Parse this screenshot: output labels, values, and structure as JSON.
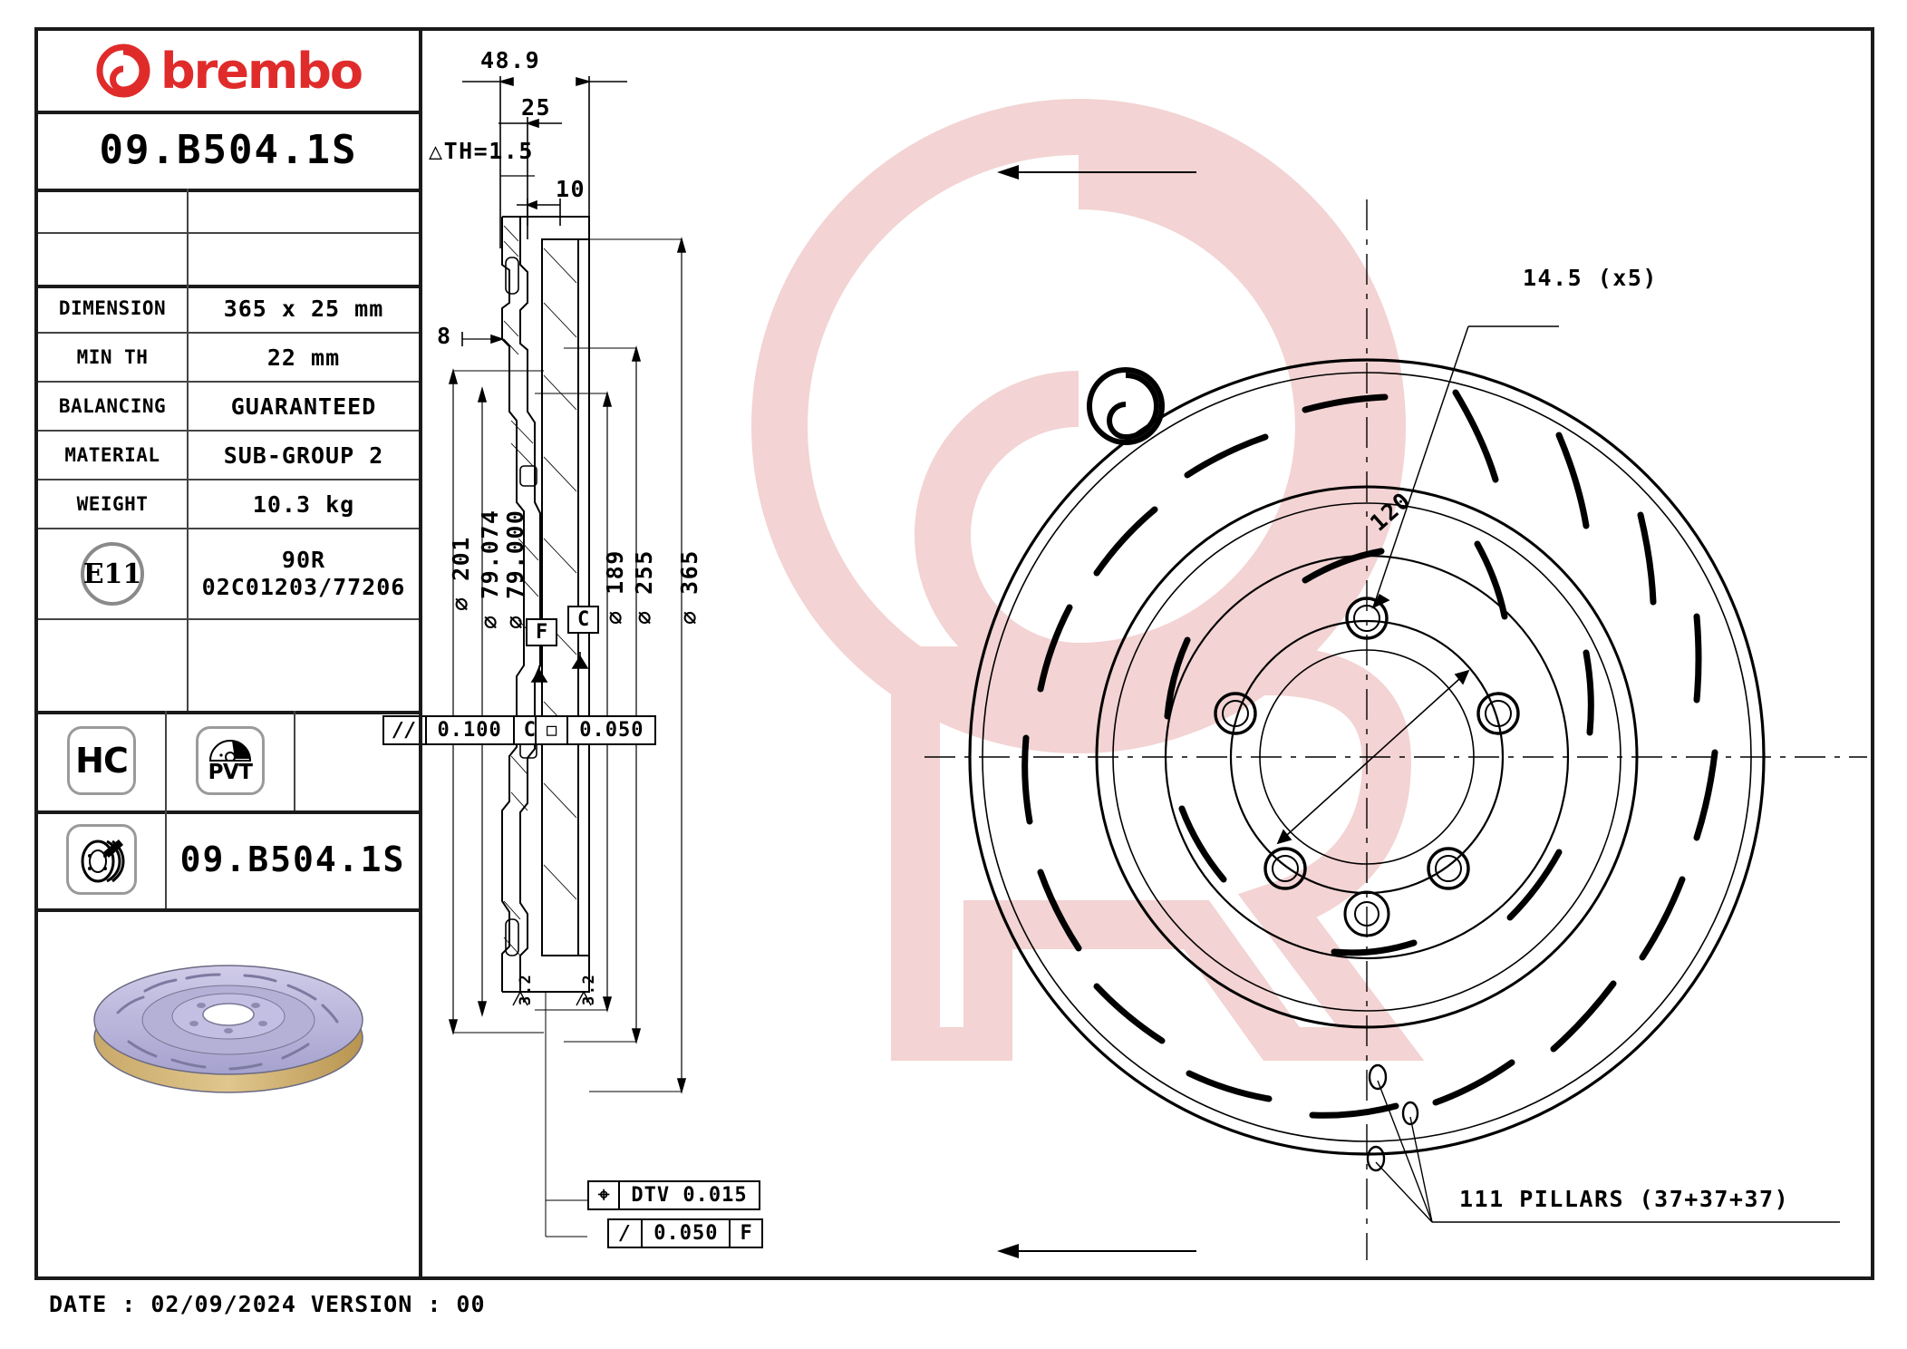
{
  "document": {
    "title": "Brembo brake disc technical drawing",
    "part_number": "09.B504.1S",
    "brand": "brembo",
    "footer": "DATE : 02/09/2024 VERSION : 00"
  },
  "info_table": {
    "rows": [
      {
        "label": "DIMENSION",
        "value": "365 x 25 mm"
      },
      {
        "label": "MIN TH",
        "value": "22 mm"
      },
      {
        "label": "BALANCING",
        "value": "GUARANTEED"
      },
      {
        "label": "MATERIAL",
        "value": "SUB-GROUP 2"
      },
      {
        "label": "WEIGHT",
        "value": "10.3 kg"
      }
    ],
    "homologation": {
      "mark": "E11",
      "line1": "90R",
      "line2": "02C01203/77206"
    },
    "badges": [
      {
        "name": "HC",
        "label": "HC"
      },
      {
        "name": "PVT",
        "label": "PVT"
      }
    ],
    "part_row": {
      "icon": "brake-disc-icon",
      "value": "09.B504.1S"
    }
  },
  "section_view": {
    "labels": {
      "overall_width": "48.9",
      "hat_depth": "25",
      "th_tolerance": "TH=1.5",
      "hat_thickness": "10",
      "hub_face": "8",
      "dia_201": "201",
      "dia_79074": "79.074",
      "dia_79000": "79.000",
      "dia_189": "189",
      "dia_255": "255",
      "dia_365": "365",
      "datum_f": "F",
      "datum_c": "C",
      "roughness_left": "3.2",
      "roughness_right": "3.2"
    },
    "gdt": [
      {
        "symbol": "//",
        "tolerance": "0.100",
        "datum": "C"
      },
      {
        "symbol": "flatness",
        "tolerance": "0.050",
        "datum": ""
      },
      {
        "symbol": "DTV",
        "tolerance": "DTV 0.015",
        "datum": ""
      },
      {
        "symbol": "/",
        "tolerance": "0.050",
        "datum": "F"
      }
    ]
  },
  "face_view": {
    "labels": {
      "bolt_hole": "14.5 (x5)",
      "bolt_circle": "120",
      "pillars": "111 PILLARS (37+37+37)"
    }
  },
  "colors": {
    "brand_red": "#e02b2b",
    "watermark": "#f6d9d9",
    "line": "#1a1a1a",
    "photo_body": "#b8b4dc"
  }
}
